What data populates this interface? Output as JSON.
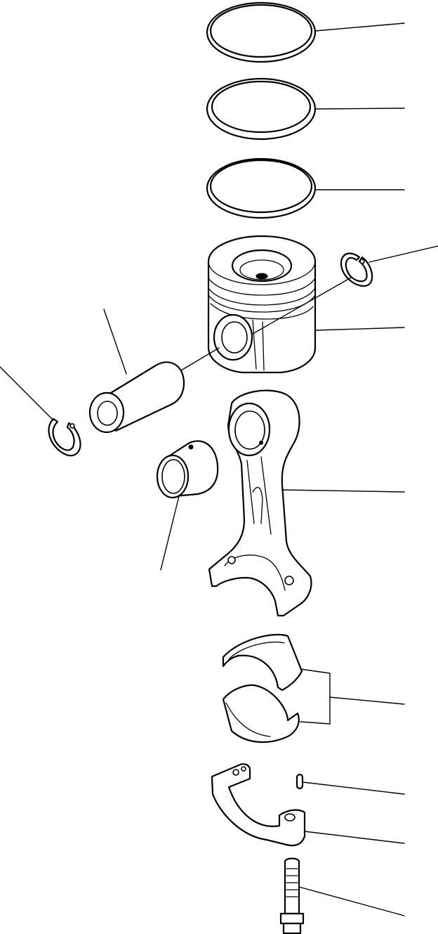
{
  "diagram": {
    "parts": [
      {
        "id": "top-ring",
        "icon": "piston-ring-icon"
      },
      {
        "id": "second-ring",
        "icon": "piston-ring-icon"
      },
      {
        "id": "oil-ring",
        "icon": "piston-ring-icon"
      },
      {
        "id": "snap-ring-right",
        "icon": "snap-ring-icon"
      },
      {
        "id": "piston",
        "icon": "piston-icon"
      },
      {
        "id": "piston-pin",
        "icon": "piston-pin-icon"
      },
      {
        "id": "snap-ring-left",
        "icon": "snap-ring-icon"
      },
      {
        "id": "small-end-bushing",
        "icon": "bushing-icon"
      },
      {
        "id": "connecting-rod",
        "icon": "connecting-rod-icon"
      },
      {
        "id": "bearing-shells",
        "icon": "bearing-shell-icon"
      },
      {
        "id": "dowel-pin",
        "icon": "dowel-pin-icon"
      },
      {
        "id": "rod-cap",
        "icon": "rod-cap-icon"
      },
      {
        "id": "rod-bolt",
        "icon": "bolt-icon"
      }
    ]
  }
}
